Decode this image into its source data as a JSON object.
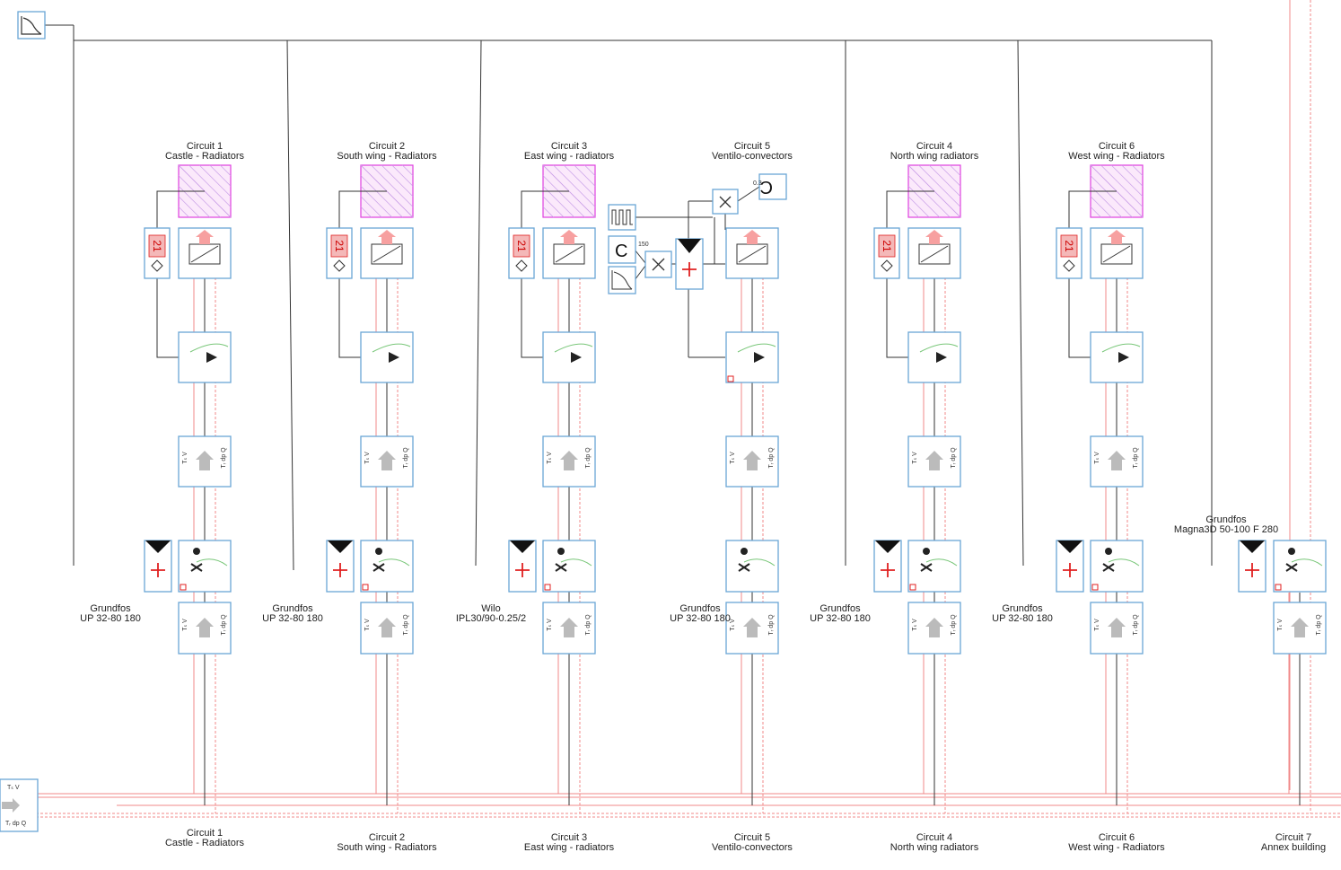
{
  "colors": {
    "block_border": "#6aa6d6",
    "pipe": "#f08a8a",
    "wire": "#333333",
    "load_grid": "#e040e0",
    "pump_plus": "#e02020",
    "setpoint_box": "#f4b8b8",
    "arrow_fill": "#bbbbbb"
  },
  "icons": {
    "curve_block": "curve-icon",
    "setpoint": "setpoint-21-icon",
    "heat_emitter": "heat-emitter-icon",
    "radiator_load": "load-grid-icon",
    "valve": "three-way-valve-icon",
    "pipe_segment": "pipe-segment-icon",
    "pump": "pump-icon",
    "summation": "plus-icon",
    "product": "multiply-icon",
    "constant": "constant-icon",
    "pulse": "pulse-icon"
  },
  "boundary": {
    "inlet_label": "Tₛ V",
    "outlet_label": "Tᵣ dp Q"
  },
  "pipe_labels": {
    "supply": "Tₛ V",
    "return": "Tᵣ dp Q"
  },
  "constants": {
    "c1": "C",
    "c2": "C",
    "c1_value": "150",
    "c2_value": "0.3"
  },
  "circuits": [
    {
      "title": "Circuit 1",
      "subtitle": "Castle - Radiators",
      "pump_brand": "Grundfos",
      "pump_model": "UP 32-80 180",
      "bottom_title": "Circuit 1",
      "bottom_subtitle": "Castle - Radiators",
      "setpoint": "21"
    },
    {
      "title": "Circuit 2",
      "subtitle": "South wing - Radiators",
      "pump_brand": "Grundfos",
      "pump_model": "UP 32-80 180",
      "bottom_title": "Circuit 2",
      "bottom_subtitle": "South wing - Radiators",
      "setpoint": "21"
    },
    {
      "title": "Circuit 3",
      "subtitle": "East wing - radiators",
      "pump_brand": "Wilo",
      "pump_model": "IPL30/90-0.25/2",
      "bottom_title": "Circuit 3",
      "bottom_subtitle": "East wing - radiators",
      "setpoint": "21"
    },
    {
      "title": "Circuit 5",
      "subtitle": "Ventilo-convectors",
      "pump_brand": "Grundfos",
      "pump_model": "UP 32-80 180",
      "bottom_title": "Circuit 5",
      "bottom_subtitle": "Ventilo-convectors",
      "setpoint": ""
    },
    {
      "title": "Circuit 4",
      "subtitle": "North wing radiators",
      "pump_brand": "Grundfos",
      "pump_model": "UP 32-80 180",
      "bottom_title": "Circuit 4",
      "bottom_subtitle": "North wing radiators",
      "setpoint": "21"
    },
    {
      "title": "Circuit 6",
      "subtitle": "West wing - Radiators",
      "pump_brand": "Grundfos",
      "pump_model": "UP 32-80 180",
      "bottom_title": "Circuit 6",
      "bottom_subtitle": "West wing - Radiators",
      "setpoint": "21"
    },
    {
      "title": "",
      "subtitle": "",
      "pump_brand": "Grundfos",
      "pump_model": "Magna3D 50-100 F 280",
      "bottom_title": "Circuit 7",
      "bottom_subtitle": "Annex building",
      "setpoint": ""
    }
  ]
}
